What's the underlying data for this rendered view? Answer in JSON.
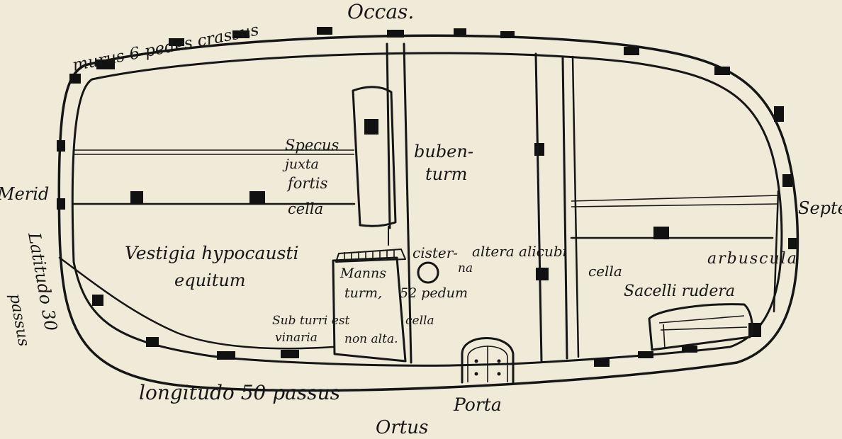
{
  "colors": {
    "paper": "#efebd8",
    "ink": "#161616"
  },
  "labels": {
    "wall_thickness": "murus 6 pedes crassus",
    "occasus": "Occas.",
    "meridies": "Merid",
    "septentrio": "Septe",
    "latitudo_1": "Latitudo 30",
    "latitudo_2": "passus",
    "specus": "Specus",
    "juxta": "juxta",
    "fortis": "fortis",
    "cella_1": "cella",
    "buben_1": "buben-",
    "buben_2": "turm",
    "vestigia_1": "Vestigia hypocausti",
    "vestigia_2": "equitum",
    "manns_1": "Manns",
    "manns_2": "turm,",
    "manns_3": "52 pedum",
    "subturri_1": "Sub turri est",
    "subturri_2": "vinaria",
    "cella_2": "cella",
    "cella_3": "non alta.",
    "cisterna_1": "cister-",
    "cisterna_2": "na",
    "altera_1": "altera alicubi",
    "altera_2": "cella",
    "arbuscula": "arbuscula",
    "sacelli": "Sacelli rudera",
    "longitudo": "longitudo 50 passus",
    "porta": "Porta",
    "ortus": "Ortus"
  }
}
